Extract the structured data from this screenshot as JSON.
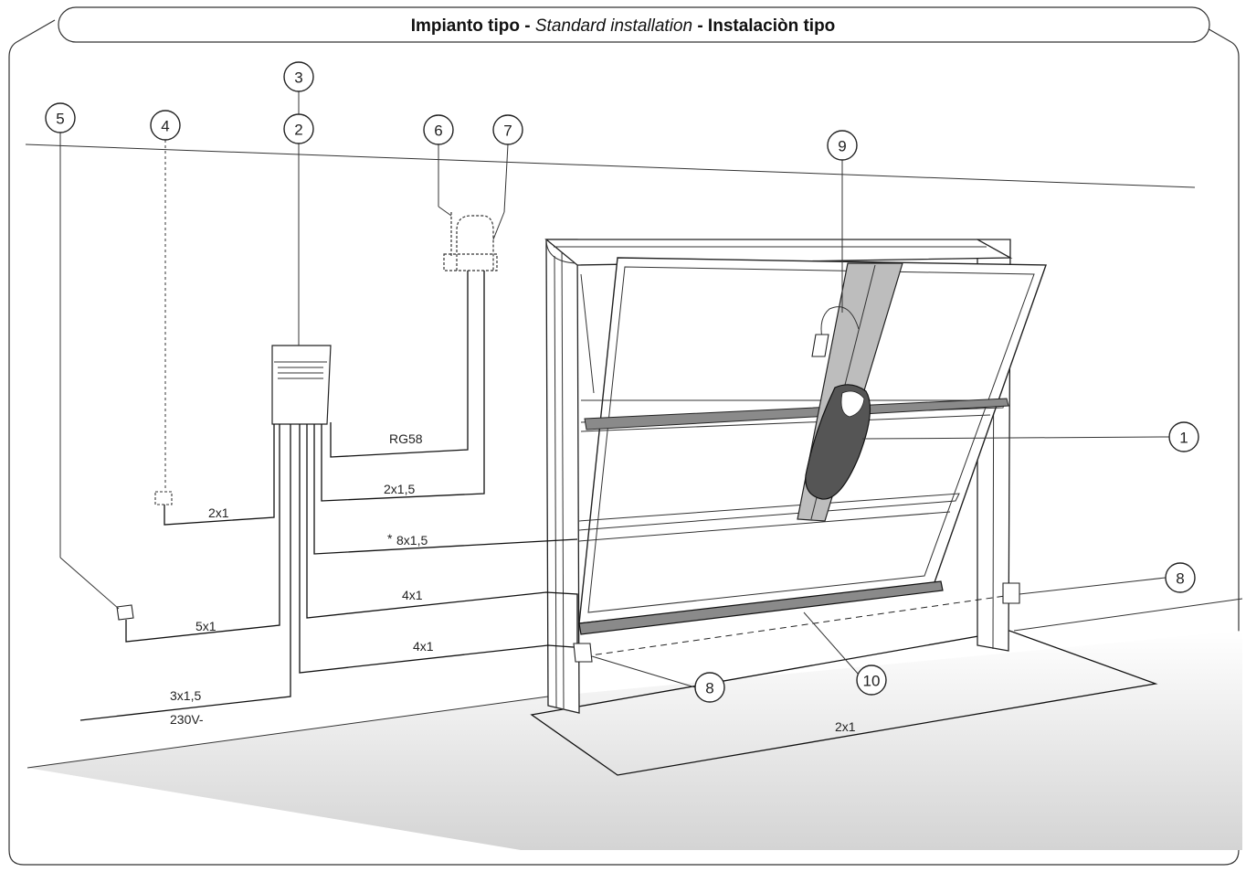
{
  "header": {
    "title_it": "Impianto tipo - ",
    "title_en": "Standard installation",
    "title_es": " - Instalaciòn tipo"
  },
  "callouts": [
    "1",
    "2",
    "3",
    "4",
    "5",
    "6",
    "7",
    "8",
    "8",
    "9",
    "10"
  ],
  "cables": {
    "rg58": "RG58",
    "c2x1_5": "2x1,5",
    "asterisk": "*",
    "c8x1_5": "8x1,5",
    "c2x1_left": "2x1",
    "c4x1_a": "4x1",
    "c5x1": "5x1",
    "c4x1_b": "4x1",
    "c3x1_5": "3x1,5",
    "v230": "230V-",
    "c2x1_floor": "2x1"
  },
  "colors": {
    "line": "#111111",
    "motor": "#555555",
    "bar": "#8a8a8a",
    "floor": "#d9d9d9"
  }
}
